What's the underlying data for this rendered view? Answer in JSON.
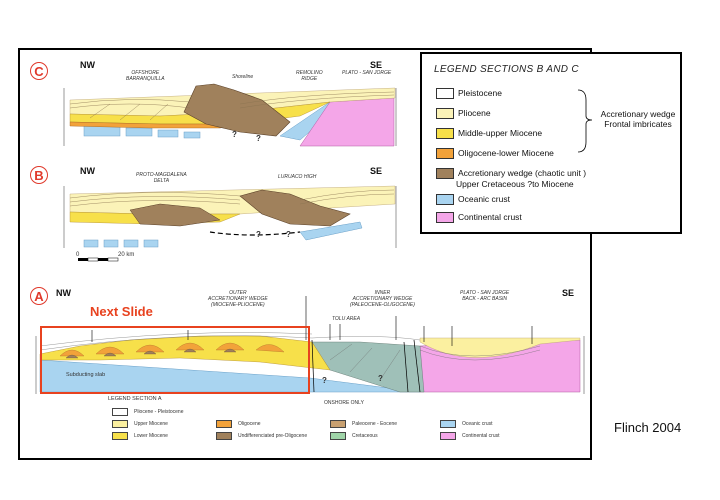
{
  "sections": {
    "c": {
      "letter": "C",
      "nw": "NW",
      "se": "SE",
      "labels": [
        "OFFSHORE\nBARRANQUILLA",
        "Shoreline",
        "REMOLINO\nRIDGE",
        "PLATO - SAN JORGE"
      ],
      "question_marks": [
        "?",
        "?"
      ]
    },
    "b": {
      "letter": "B",
      "nw": "NW",
      "se": "SE",
      "labels": [
        "PROTO-MAGDALENA\nDELTA",
        "LURUACO HIGH"
      ],
      "question_marks": [
        "?",
        "?"
      ],
      "scale": {
        "start": "0",
        "end": "20 km"
      }
    },
    "a": {
      "letter": "A",
      "nw": "NW",
      "se": "SE",
      "labels": [
        "OUTER\nACCRETIONARY WEDGE\n(MIOCENE-PLIOCENE)",
        "TOLU AREA",
        "INNER\nACCRETIONARY WEDGE\n(PALEOCENE-OLIGOCENE)",
        "PLATO - SAN JORGE\nBACK - ARC BASIN"
      ],
      "slab_label": "Subducting slab",
      "question_marks": [
        "?",
        "?"
      ]
    }
  },
  "next_slide_label": "Next Slide",
  "legend_bc": {
    "title": "LEGEND SECTIONS B AND C",
    "items": [
      {
        "label": "Pleistocene",
        "color": "#ffffff"
      },
      {
        "label": "Pliocene",
        "color": "#fbf3b8"
      },
      {
        "label": "Middle-upper Miocene",
        "color": "#f7e04a"
      },
      {
        "label": "Oligocene-lower Miocene",
        "color": "#f2a23a"
      },
      {
        "label": "Accretionary wedge (chaotic unit )",
        "label2": "Upper Cretaceous ?to Miocene",
        "color": "#a0815c"
      },
      {
        "label": "Oceanic crust",
        "color": "#a9d4f0"
      },
      {
        "label": "Continental crust",
        "color": "#f4a6e8"
      }
    ],
    "brace_label": "Accretionary wedge\nFrontal imbricates"
  },
  "legend_a": {
    "title": "LEGEND SECTION A",
    "onshore": "ONSHORE ONLY",
    "items": [
      {
        "label": "Pliocene - Pleistocene",
        "color": "#ffffff"
      },
      {
        "label": "Upper Miocene",
        "color": "#fbf0a0"
      },
      {
        "label": "Lower Miocene",
        "color": "#f7e04a"
      },
      {
        "label": "Oligocene",
        "color": "#f2a23a"
      },
      {
        "label": "Undifferenciated pre-Oligocene",
        "color": "#a0815c"
      },
      {
        "label": "Paleocene - Eocene",
        "color": "#c8a070"
      },
      {
        "label": "Cretaceous",
        "color": "#9fd4a8"
      },
      {
        "label": "Oceanic crust",
        "color": "#a9d4f0"
      },
      {
        "label": "Continental crust",
        "color": "#f4a6e8"
      }
    ]
  },
  "citation": "Flinch 2004"
}
